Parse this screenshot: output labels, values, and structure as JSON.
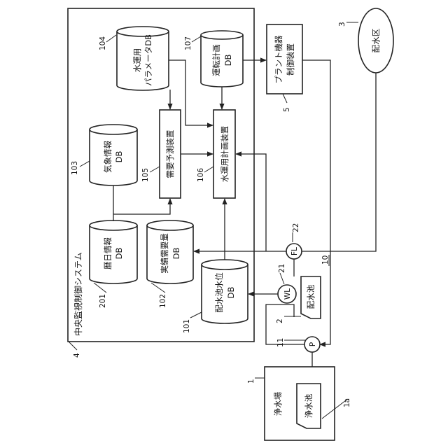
{
  "system": {
    "label": "中央監視制御システム",
    "ref": "4"
  },
  "plant": {
    "label": "浄水場",
    "ref": "1"
  },
  "purification_tank": {
    "label": "浄水池",
    "ref": "1a"
  },
  "pump": {
    "label": "P",
    "ref": "11"
  },
  "reservoir": {
    "label": "配水池",
    "ref": "2"
  },
  "level_sensor": {
    "label": "WL",
    "ref": "21"
  },
  "flow_meter": {
    "label": "FL",
    "ref": "22"
  },
  "distribution_area": {
    "label": "配水区",
    "ref": "3"
  },
  "plant_controller": {
    "line1": "プラント機器",
    "line2": "制御装置",
    "ref": "5"
  },
  "network": {
    "ref": "10"
  },
  "db_water_level": {
    "line1": "配水池水位",
    "line2": "DB",
    "ref": "101"
  },
  "db_demand": {
    "line1": "実績需要量",
    "line2": "DB",
    "ref": "102"
  },
  "db_weather": {
    "line1": "気象情報",
    "line2": "DB",
    "ref": "103"
  },
  "db_params": {
    "line1": "水運用",
    "line2": "パラメータDB",
    "ref": "104"
  },
  "forecaster": {
    "label": "需要予測装置",
    "ref": "105"
  },
  "planner": {
    "label": "水運用計画装置",
    "ref": "106"
  },
  "db_plan": {
    "line1": "運転計画",
    "line2": "DB",
    "ref": "107"
  },
  "db_calendar": {
    "line1": "暦日情報",
    "line2": "DB",
    "ref": "201"
  }
}
